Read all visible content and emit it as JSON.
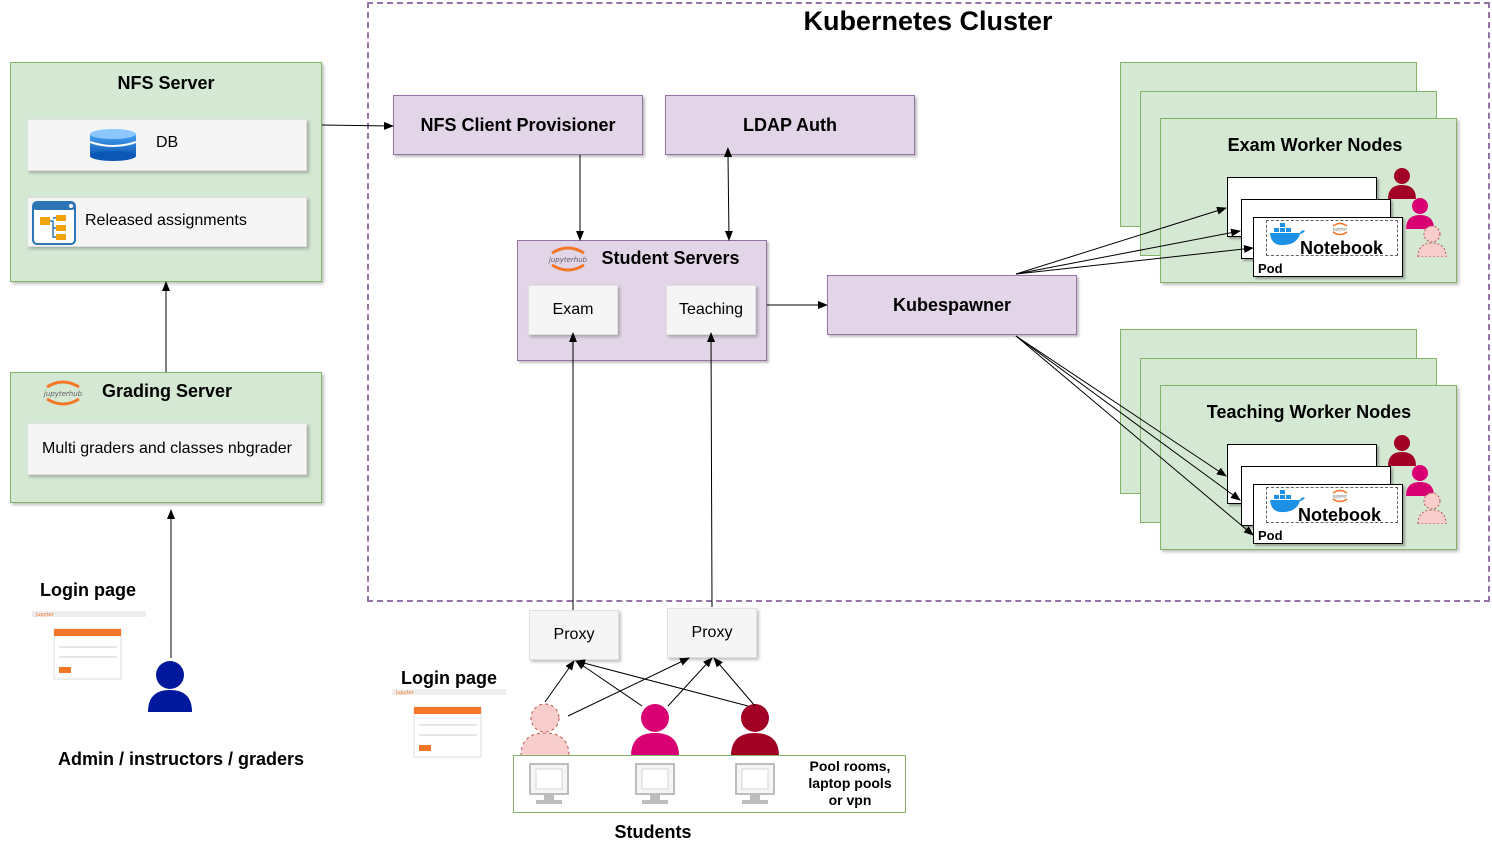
{
  "cluster": {
    "title": "Kubernetes Cluster"
  },
  "nfs_server": {
    "title": "NFS Server",
    "db_label": "DB",
    "released_label": "Released assignments"
  },
  "grading_server": {
    "title": "Grading Server",
    "content": "Multi graders and classes nbgrader"
  },
  "admin": {
    "login_label": "Login page",
    "caption": "Admin / instructors / graders"
  },
  "nfs_client": {
    "label": "NFS Client Provisioner"
  },
  "ldap": {
    "label": "LDAP Auth"
  },
  "student_servers": {
    "title": "Student Servers",
    "exam": "Exam",
    "teaching": "Teaching"
  },
  "kubespawner": {
    "label": "Kubespawner"
  },
  "exam_nodes": {
    "title": "Exam Worker Nodes",
    "notebook": "Notebook",
    "pod": "Pod"
  },
  "teaching_nodes": {
    "title": "Teaching Worker Nodes",
    "notebook": "Notebook",
    "pod": "Pod"
  },
  "proxies": {
    "left": "Proxy",
    "right": "Proxy"
  },
  "students": {
    "login_label": "Login page",
    "pool_text": "Pool rooms,\nlaptop pools\nor vpn",
    "caption": "Students"
  },
  "icons": [
    "database-icon",
    "assignments-icon",
    "jupyterhub-logo",
    "docker-icon",
    "jupyter-icon",
    "user-icon",
    "computer-icon"
  ],
  "colors": {
    "green_fill": "#d5e8d4",
    "green_stroke": "#82b366",
    "purple_fill": "#e1d5e7",
    "purple_stroke": "#9673a6",
    "user_dark": "#a20025",
    "user_pink": "#d80073",
    "user_light": "#f8cecc",
    "admin_blue": "#00189c"
  }
}
